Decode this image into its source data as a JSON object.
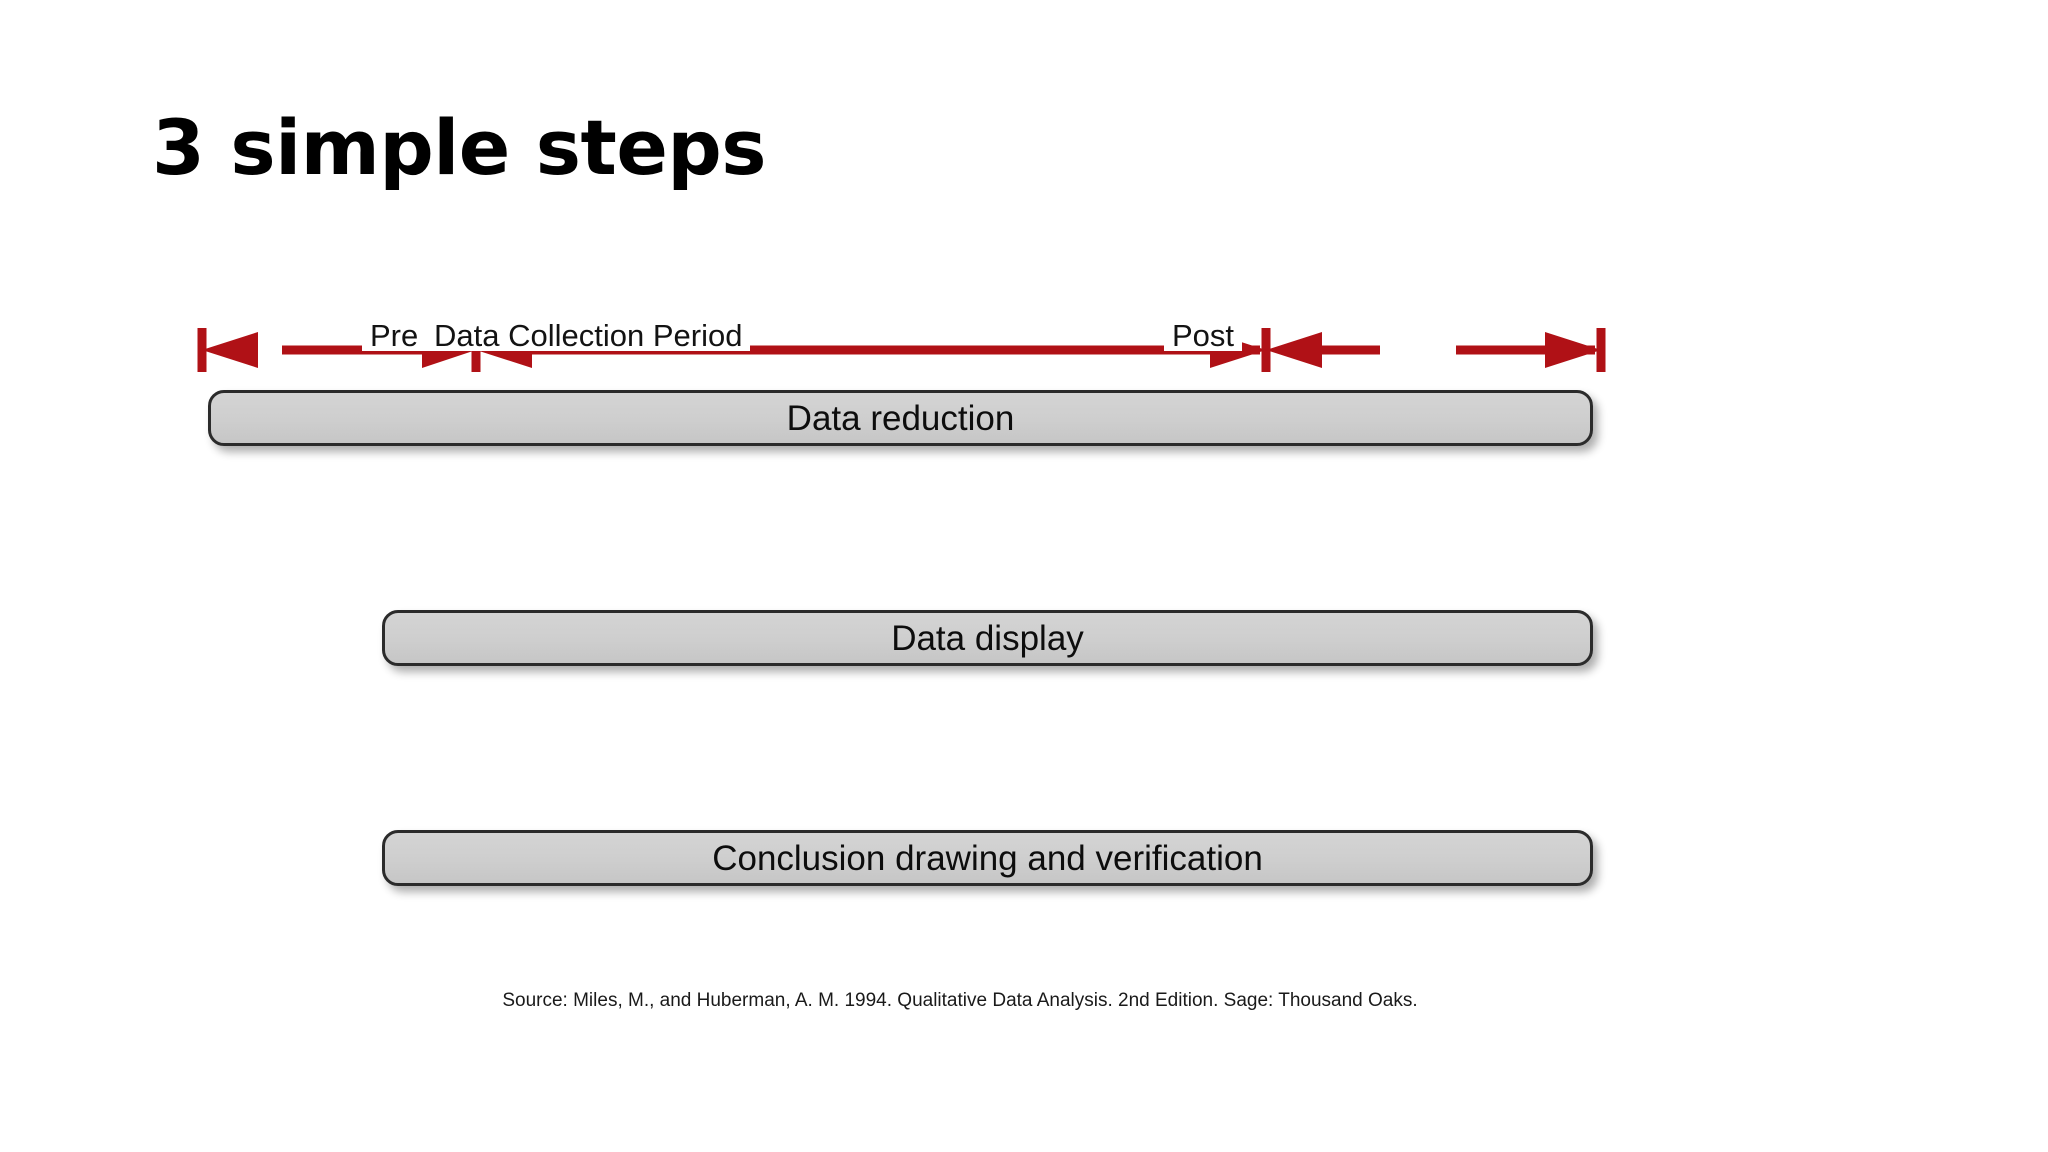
{
  "slide": {
    "title": "3 simple steps",
    "background_color": "#ffffff"
  },
  "diagram": {
    "accent_color": "#b01116",
    "bar_fill_color": "#cfcfcf",
    "bar_border_color": "#2b2b2b",
    "timeline": {
      "segments": [
        {
          "id": "pre",
          "label": "Pre"
        },
        {
          "id": "dcp",
          "label": "Data Collection Period"
        },
        {
          "id": "post",
          "label": "Post"
        }
      ]
    },
    "stages": [
      {
        "id": "data-reduction",
        "label": "Data reduction"
      },
      {
        "id": "data-display",
        "label": "Data display"
      },
      {
        "id": "conclusion-drawing-and-verification",
        "label": "Conclusion drawing and verification"
      }
    ],
    "source_note": "Source: Miles, M., and Huberman, A. M. 1994. Qualitative Data Analysis. 2nd Edition. Sage: Thousand Oaks."
  }
}
